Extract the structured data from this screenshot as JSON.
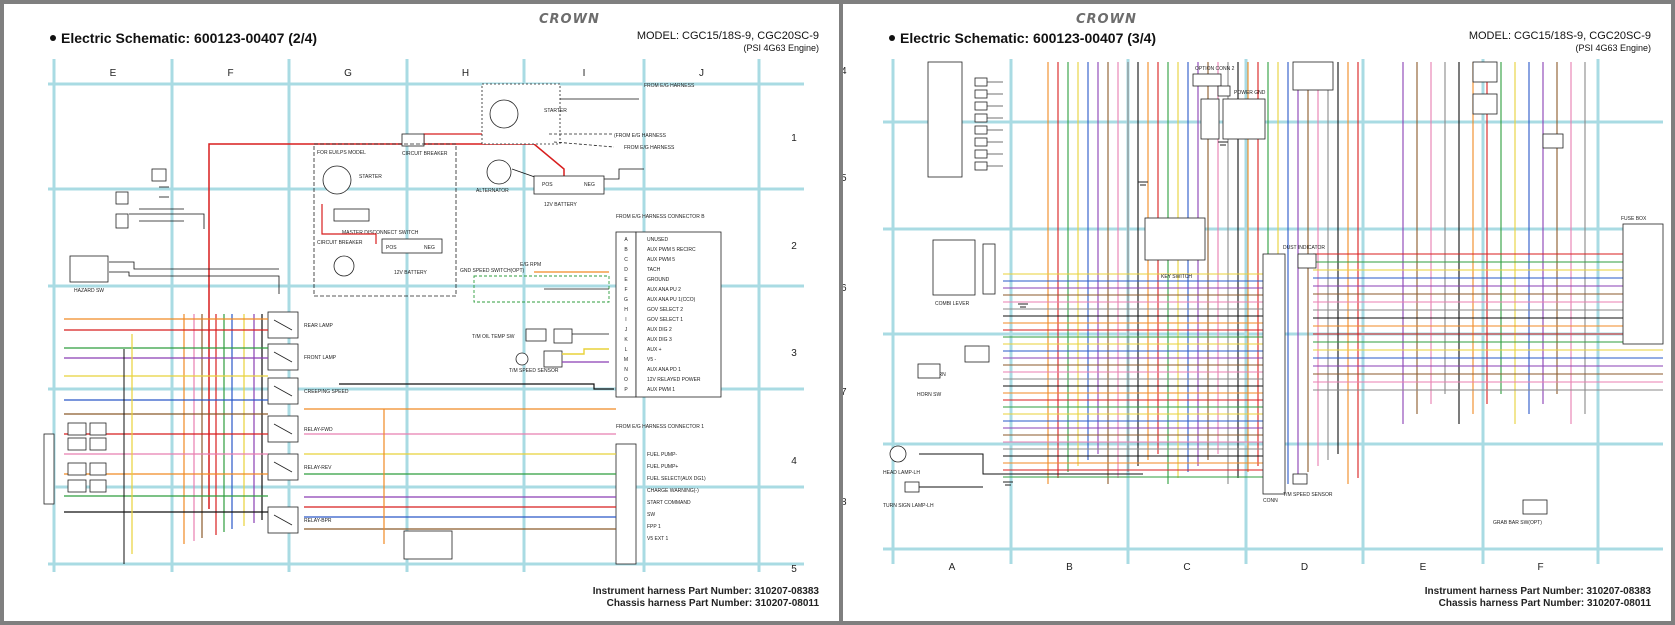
{
  "brand": "CROWN",
  "pages": [
    {
      "title": "Electric Schematic: 600123-00407 (2/4)",
      "model": "MODEL: CGC15/18S-9, CGC20SC-9",
      "engine": "(PSI 4G63 Engine)",
      "columns": [
        "E",
        "F",
        "G",
        "H",
        "I",
        "J"
      ],
      "rows": [
        "1",
        "2",
        "3",
        "4",
        "5"
      ],
      "footer": [
        "Instrument harness Part Number: 310207-08383",
        "Chassis harness Part Number: 310207-08011"
      ],
      "labels": {
        "from_eg_1": "FROM E/G HARNESS",
        "from_eg_2": "(FROM E/G HARNESS",
        "from_eg_3": "FROM E/G HARNESS",
        "connector_b": "FROM E/G HARNESS CONNECTOR B",
        "connector_1": "FROM E/G HARNESS CONNECTOR 1",
        "eu_lps": "FOR EU/LPS MODEL",
        "battery_12v_a": "12V BATTERY",
        "battery_12v_b": "12V BATTERY",
        "starter_a": "STARTER",
        "starter_b": "STARTER",
        "alternator": "ALTERNATOR",
        "circuit_breaker": "CIRCUIT BREAKER",
        "master_disconnect": "MASTER DISCONNECT SWITCH",
        "gnd_speed": "GND SPEED SWITCH(OPT)",
        "eg_rpm": "E/G RPM",
        "tm_oil": "T/M OIL TEMP SW",
        "tm_speed": "T/M SPEED SENSOR",
        "hazard": "HAZARD SW",
        "rear_lamp": "REAR LAMP",
        "front_lamp": "FRONT LAMP",
        "creeping": "CREEPING SPEED",
        "relay_fwd": "RELAY-FWD",
        "relay_rev": "RELAY-REV",
        "relay_bpr": "RELAY-BPR",
        "pos": "POS",
        "neg": "NEG",
        "pin_list_b": [
          "UNUSED",
          "AUX PWM 5 RECIRC",
          "AUX PWM 5",
          "TACH",
          "GROUND",
          "AUX ANA PU 2",
          "AUX ANA PU 1(CCO)",
          "GOV SELECT 2",
          "GOV SELECT 1",
          "AUX DIG 2",
          "AUX DIG 3",
          "AUX +",
          "V5 -",
          "AUX ANA PD 1",
          "12V RELAYED POWER",
          "AUX PWM 1"
        ],
        "pin_list_1": [
          "FUEL PUMP-",
          "FUEL PUMP+",
          "FUEL SELECT(AUX DG1)",
          "CHARGE WARNING(-)",
          "START COMMAND",
          "SW",
          "FPP 1",
          "V5 EXT 1"
        ]
      }
    },
    {
      "title": "Electric Schematic: 600123-00407 (3/4)",
      "model": "MODEL: CGC15/18S-9, CGC20SC-9",
      "engine": "(PSI 4G63 Engine)",
      "columns": [
        "A",
        "B",
        "C",
        "D",
        "E",
        "F"
      ],
      "rows": [
        "4",
        "5",
        "6",
        "7",
        "8"
      ],
      "footer": [
        "Instrument harness Part Number: 310207-08383",
        "Chassis harness Part Number: 310207-08011"
      ],
      "labels": {
        "option_conn": "OPTION CONN 2",
        "power_gnd": "POWER GND",
        "key_switch": "KEY SWITCH",
        "combi_lever": "COMBI LEVER",
        "horn": "HORN",
        "horn_sw": "HORN SW",
        "head_lamp": "HEAD LAMP-LH",
        "turn_sign": "TURN SIGN LAMP-LH",
        "dust_ind": "DUST INDICATOR",
        "conn": "CONN",
        "fuse_box": "FUSE BOX",
        "tm_speed": "T/M SPEED SENSOR",
        "grab_bar": "GRAB BAR SW(OPT)"
      }
    }
  ],
  "colors": {
    "grid": "#a9dbe3",
    "red": "#d81e1e",
    "orange": "#f08a24",
    "yellow": "#e8d23a",
    "green": "#2f9e3e",
    "blue": "#2a58c8",
    "purple": "#8a3fb5",
    "brown": "#8b5a2b",
    "pink": "#e87fb0",
    "black": "#111111",
    "gray": "#8a8a8a"
  }
}
